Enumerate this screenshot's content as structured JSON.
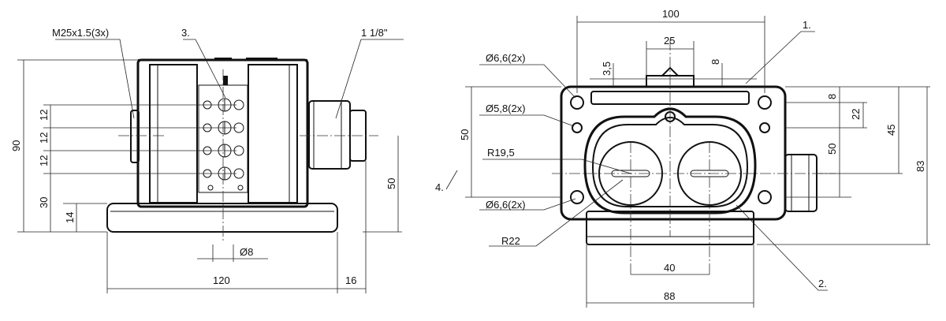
{
  "left_view": {
    "thread_label": "M25x1.5(3x)",
    "callout_3": "3.",
    "port_label": "1 1/8\"",
    "dim_90": "90",
    "dim_12a": "12",
    "dim_12b": "12",
    "dim_12c": "12",
    "dim_30": "30",
    "dim_14": "14",
    "dim_50": "50",
    "dim_phi8": "Ø8",
    "dim_120": "120",
    "dim_16": "16"
  },
  "right_view": {
    "dim_100": "100",
    "dim_25": "25",
    "dim_3_5": "3,5",
    "dim_8_top": "8",
    "callout_1": "1.",
    "hole_66_top": "Ø6,6(2x)",
    "hole_58": "Ø5,8(2x)",
    "radius_195": "R19,5",
    "hole_66_bot": "Ø6,6(2x)",
    "radius_22": "R22",
    "dim_50_left": "50",
    "callout_4": "4.",
    "dim_8_right": "8",
    "dim_22": "22",
    "dim_45": "45",
    "dim_50_right": "50",
    "dim_83": "83",
    "dim_40": "40",
    "dim_88": "88",
    "callout_2": "2."
  }
}
